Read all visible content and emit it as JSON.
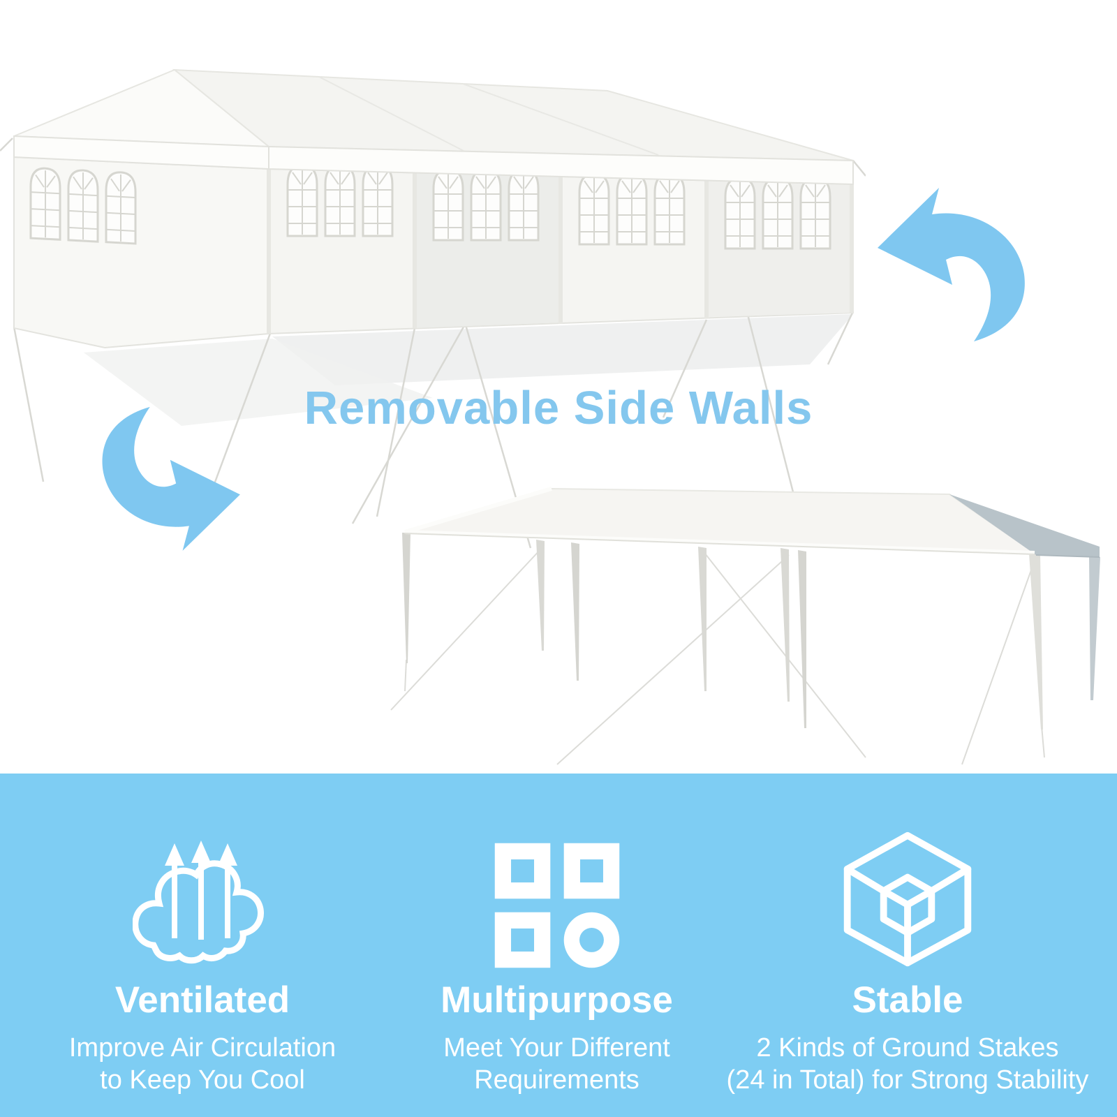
{
  "page": {
    "background": "#ffffff"
  },
  "hero": {
    "title": "Removable Side Walls",
    "title_color": "#84C7EE",
    "arrow_color": "#7FC7F0",
    "images": {
      "tent_with_walls": "white party tent with side walls and arched windows",
      "tent_without_walls": "white party tent top with side walls removed"
    }
  },
  "features": {
    "band_color": "#7ECDF3",
    "text_color": "#FFFFFF",
    "items": [
      {
        "icon": "ventilation-cloud-arrows-icon",
        "heading": "Ventilated",
        "line1": "Improve Air Circulation",
        "line2": "to Keep You Cool"
      },
      {
        "icon": "multipurpose-squares-icon",
        "heading": "Multipurpose",
        "line1": "Meet Your Different",
        "line2": "Requirements"
      },
      {
        "icon": "stability-cube-icon",
        "heading": "Stable",
        "line1": "2 Kinds of Ground Stakes",
        "line2": "(24 in Total) for Strong Stability"
      }
    ]
  }
}
